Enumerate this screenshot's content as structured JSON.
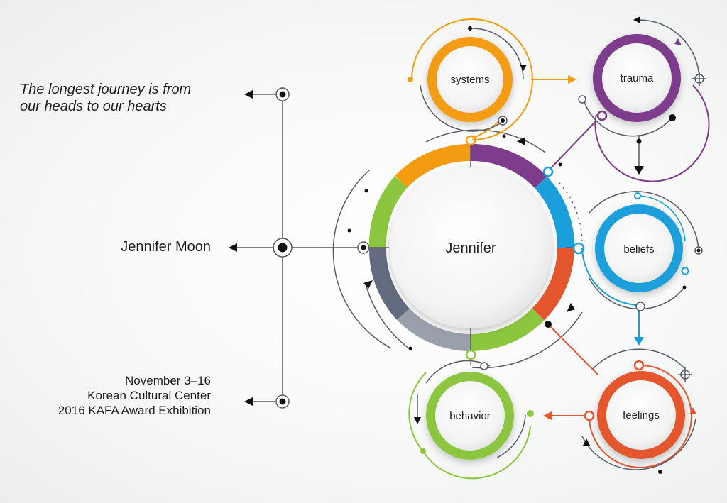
{
  "quote": {
    "line1": "The longest journey is from",
    "line2": "our heads to our hearts"
  },
  "artist_name": "Jennifer Moon",
  "event": {
    "line1": "November 3–16",
    "line2": "Korean Cultural Center",
    "line3": "2016 KAFA Award Exhibition"
  },
  "center_label": "Jennifer",
  "nodes": {
    "systems": "systems",
    "trauma": "trauma",
    "beliefs": "beliefs",
    "feelings": "feelings",
    "behavior": "behavior"
  },
  "colors": {
    "systems": "#f39c12",
    "trauma": "#7d3c8c",
    "beliefs": "#1a9fdb",
    "feelings": "#e4572e",
    "behavior": "#8cc63f",
    "slate": "#626b7f",
    "line": "#555b66"
  }
}
